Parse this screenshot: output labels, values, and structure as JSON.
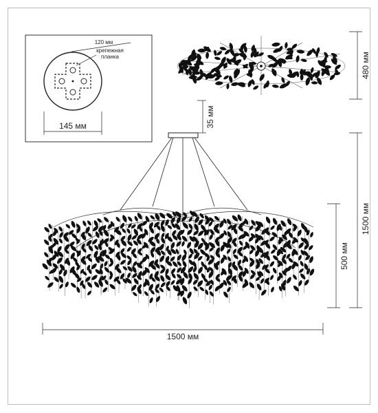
{
  "mount_plate": {
    "slot_distance": "120 мм",
    "mount_label_line1": "крепежная",
    "mount_label_line2": "планка",
    "diameter": "145 мм"
  },
  "dimensions": {
    "top_view_depth": "480 мм",
    "canopy_height": "35 мм",
    "total_height": "1500 мм",
    "shade_height": "500 мм",
    "total_width": "1500 мм"
  }
}
